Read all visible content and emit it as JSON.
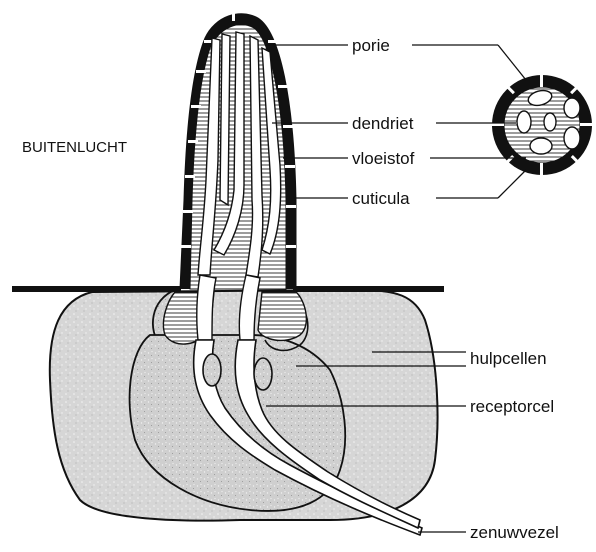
{
  "figure": {
    "outside_label": "BUITENLUCHT",
    "labels": {
      "pore": "porie",
      "dendrite": "dendriet",
      "fluid": "vloeistof",
      "cuticle": "cuticula",
      "helper_cells": "hulpcellen",
      "receptor_cell": "receptorcel",
      "nerve_fiber": "zenuwvezel"
    }
  },
  "colors": {
    "ink": "#111111",
    "cell_fill": "#d9d9d9",
    "background": "#ffffff"
  }
}
